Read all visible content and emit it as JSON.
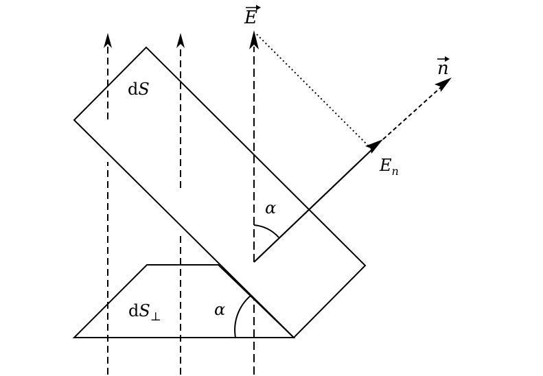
{
  "labels": {
    "ds": "S",
    "ds_prefix": "d",
    "ds_perp": "S",
    "ds_perp_prefix": "d",
    "ds_perp_sub": "⊥",
    "e_vector": "E",
    "n_vector": "n",
    "e_n": "E",
    "e_n_sub": "n",
    "alpha_upper": "α",
    "alpha_lower": "α"
  },
  "colors": {
    "stroke": "#000000",
    "background": "#ffffff"
  }
}
